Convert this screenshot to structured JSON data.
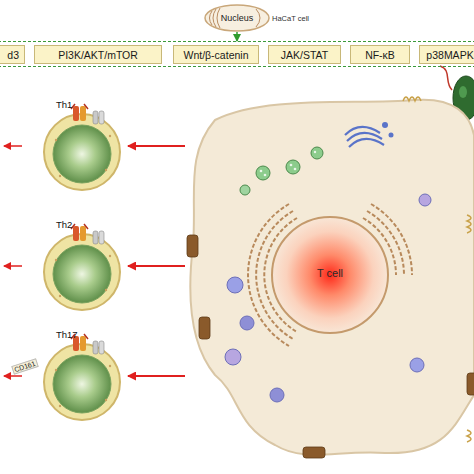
{
  "diagram": {
    "nodes": [
      {
        "text": [
          "Nucleus",
          "HaCaT cell"
        ]
      },
      {
        "text": []
      },
      {
        "text": [
          "d3"
        ],
        "in": 1
      },
      {
        "text": [
          "PI3K/AKT/mTOR"
        ],
        "in": 1
      },
      {
        "text": [
          "Wnt/β-catenin"
        ],
        "in": 1
      },
      {
        "text": [
          "JAK/STAT"
        ],
        "in": 1
      },
      {
        "text": [
          "NF-κB"
        ],
        "in": 1
      },
      {
        "text": [
          "p38MAPK"
        ],
        "in": 1
      },
      {
        "text": [
          "Th1"
        ]
      },
      {
        "text": [
          "Th2"
        ]
      },
      {
        "text": [
          "Th17"
        ]
      },
      {
        "text": [
          "T cell"
        ]
      }
    ],
    "edges": [
      {
        "from": 0,
        "to": 1,
        "arrow": "to"
      },
      {
        "from": 11,
        "to": 8,
        "arrow": "to"
      },
      {
        "from": 11,
        "to": 9,
        "arrow": "to"
      },
      {
        "from": 11,
        "to": 10,
        "arrow": "to"
      }
    ],
    "labels": [
      "CD161"
    ]
  }
}
